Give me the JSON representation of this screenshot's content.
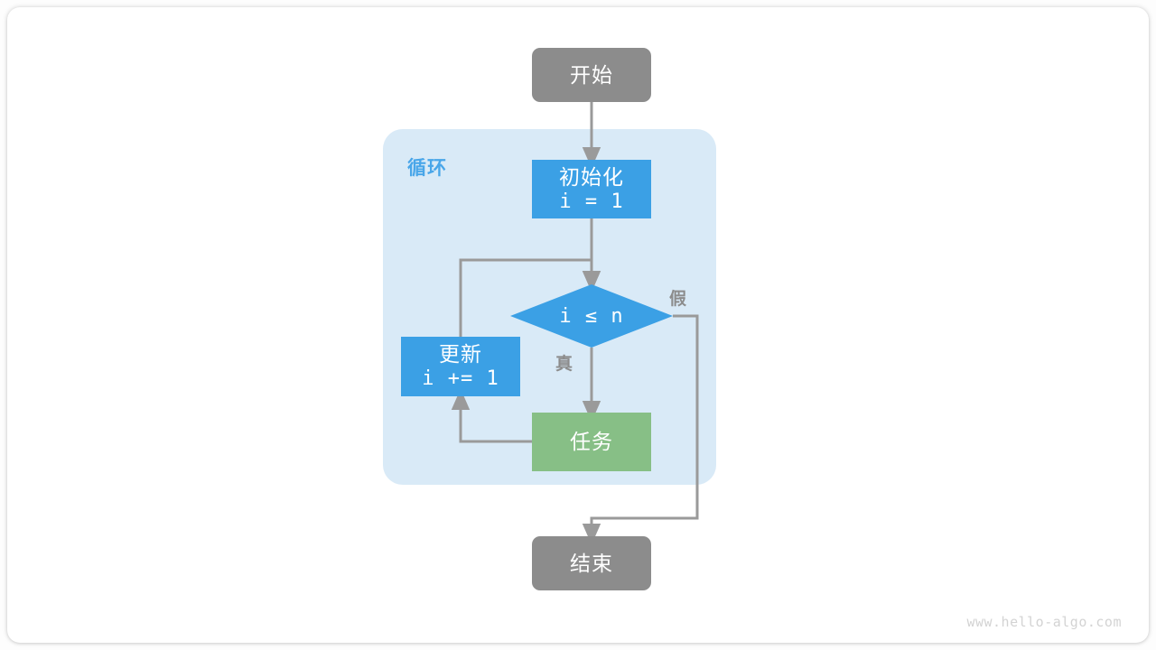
{
  "diagram": {
    "type": "flowchart",
    "watermark": "www.hello-algo.com",
    "group": {
      "title": "循环",
      "fill": "#d9eaf7",
      "title_color": "#49a6e9"
    },
    "colors": {
      "terminal": "#8c8c8c",
      "process_blue": "#3ba0e5",
      "task_green": "#87bf86",
      "edge": "#9a9a9a",
      "text_on_node": "#ffffff",
      "label_text": "#8c8c8c",
      "canvas": "#ffffff"
    },
    "nodes": [
      {
        "id": "start",
        "shape": "rounded-rect",
        "line1": "开始",
        "line2": "",
        "fill": "#8c8c8c"
      },
      {
        "id": "init",
        "shape": "rect",
        "line1": "初始化",
        "line2": "i = 1",
        "fill": "#3ba0e5"
      },
      {
        "id": "cond",
        "shape": "diamond",
        "line1": "i ≤ n",
        "line2": "",
        "fill": "#3ba0e5"
      },
      {
        "id": "update",
        "shape": "rect",
        "line1": "更新",
        "line2": "i += 1",
        "fill": "#3ba0e5"
      },
      {
        "id": "task",
        "shape": "rect",
        "line1": "任务",
        "line2": "",
        "fill": "#87bf86"
      },
      {
        "id": "end",
        "shape": "rounded-rect",
        "line1": "结束",
        "line2": "",
        "fill": "#8c8c8c"
      }
    ],
    "edge_labels": [
      {
        "id": "true-label",
        "text": "真"
      },
      {
        "id": "false-label",
        "text": "假"
      }
    ]
  }
}
